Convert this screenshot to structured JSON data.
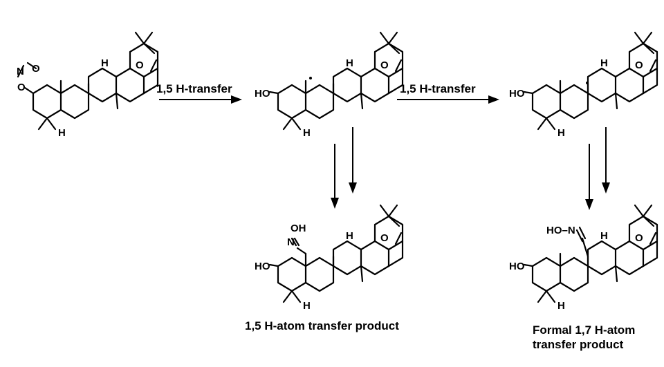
{
  "reaction_arrows": {
    "step1_label": "1,5 H-transfer",
    "step2_label": "1,5 H-transfer"
  },
  "products": {
    "product1_caption": "1,5 H-atom transfer product",
    "product2_caption_line1": "Formal 1,7 H-atom",
    "product2_caption_line2": "transfer product"
  },
  "atoms": {
    "oxygen": "O",
    "nitrogen": "N",
    "hydrogen": "H",
    "hydroxyl": "HO",
    "oh": "OH",
    "ho_n": "HO–N"
  }
}
